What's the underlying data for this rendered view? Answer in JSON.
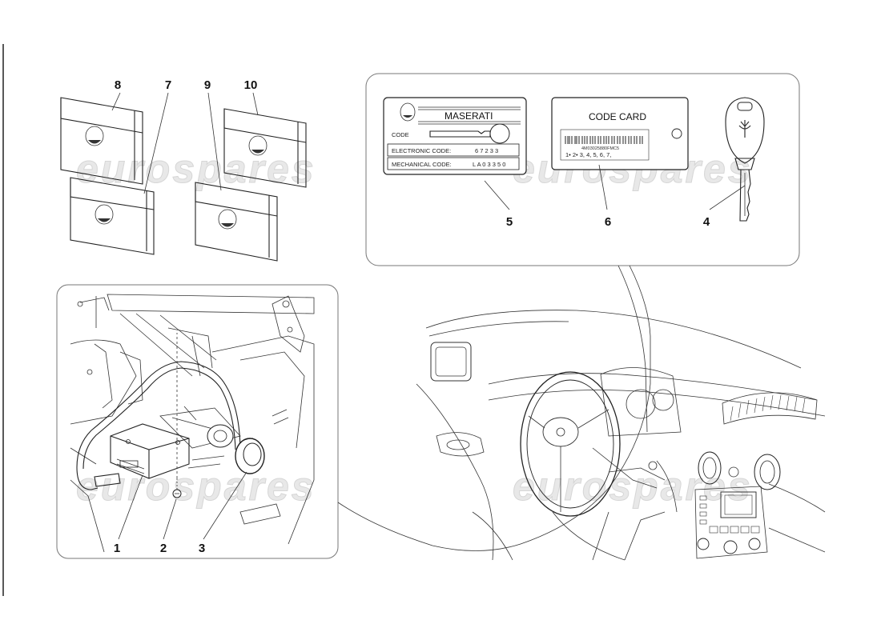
{
  "watermark": "eurospares",
  "callouts": {
    "n1": "1",
    "n2": "2",
    "n3": "3",
    "n4": "4",
    "n5": "5",
    "n6": "6",
    "n7": "7",
    "n8": "8",
    "n9": "9",
    "n10": "10"
  },
  "maserati_card": {
    "brand": "MASERATI",
    "code_label": "CODE",
    "electronic_label": "ELECTRONIC CODE:",
    "electronic_value": "6 7 2 3 3",
    "mechanical_label": "MECHANICAL CODE:",
    "mechanical_value": "L A 0 3 3 5 0"
  },
  "code_card": {
    "title": "CODE CARD",
    "barcode_text": "4M03025880FMC5",
    "sequence": "1• 2• 3, 4, 5, 6, 7,"
  }
}
